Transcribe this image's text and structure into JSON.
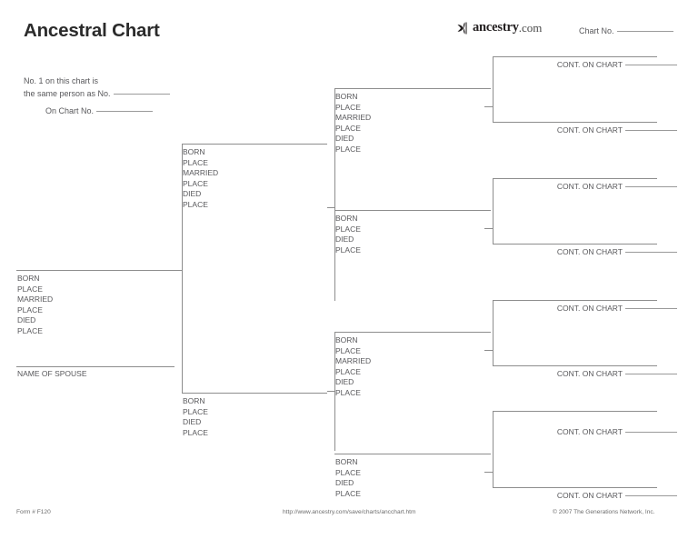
{
  "header": {
    "title": "Ancestral Chart",
    "brand_name": "ancestry",
    "brand_tld": ".com",
    "brand_mark_icon": "ancestry-leaf-icon",
    "chart_no_label": "Chart No."
  },
  "note": {
    "line1": "No. 1 on this chart is",
    "line2": "the same person as No.",
    "line3": "On Chart No."
  },
  "labels": {
    "born": "BORN",
    "place": "PLACE",
    "married": "MARRIED",
    "died": "DIED",
    "name_of_spouse": "NAME OF SPOUSE",
    "cont_on_chart": "CONT. ON CHART"
  },
  "generations": {
    "gen1": {
      "person": {
        "fields": [
          "BORN",
          "PLACE",
          "MARRIED",
          "PLACE",
          "DIED",
          "PLACE"
        ],
        "spouse_label": "NAME OF SPOUSE"
      }
    },
    "gen2": [
      {
        "role": "father",
        "fields": [
          "BORN",
          "PLACE",
          "MARRIED",
          "PLACE",
          "DIED",
          "PLACE"
        ]
      },
      {
        "role": "mother",
        "fields": [
          "BORN",
          "PLACE",
          "DIED",
          "PLACE"
        ]
      }
    ],
    "gen3": [
      {
        "role": "father",
        "fields": [
          "BORN",
          "PLACE",
          "MARRIED",
          "PLACE",
          "DIED",
          "PLACE"
        ]
      },
      {
        "role": "mother",
        "fields": [
          "BORN",
          "PLACE",
          "DIED",
          "PLACE"
        ]
      },
      {
        "role": "father",
        "fields": [
          "BORN",
          "PLACE",
          "MARRIED",
          "PLACE",
          "DIED",
          "PLACE"
        ]
      },
      {
        "role": "mother",
        "fields": [
          "BORN",
          "PLACE",
          "DIED",
          "PLACE"
        ]
      }
    ],
    "gen4": [
      {
        "cont_label": "CONT. ON CHART"
      },
      {
        "cont_label": "CONT. ON CHART"
      },
      {
        "cont_label": "CONT. ON CHART"
      },
      {
        "cont_label": "CONT. ON CHART"
      },
      {
        "cont_label": "CONT. ON CHART"
      },
      {
        "cont_label": "CONT. ON CHART"
      },
      {
        "cont_label": "CONT. ON CHART"
      },
      {
        "cont_label": "CONT. ON CHART"
      }
    ]
  },
  "footer": {
    "form_number": "Form # F120",
    "url": "http://www.ancestry.com/save/charts/ancchart.htm",
    "copyright": "© 2007 The Generations Network, Inc."
  }
}
